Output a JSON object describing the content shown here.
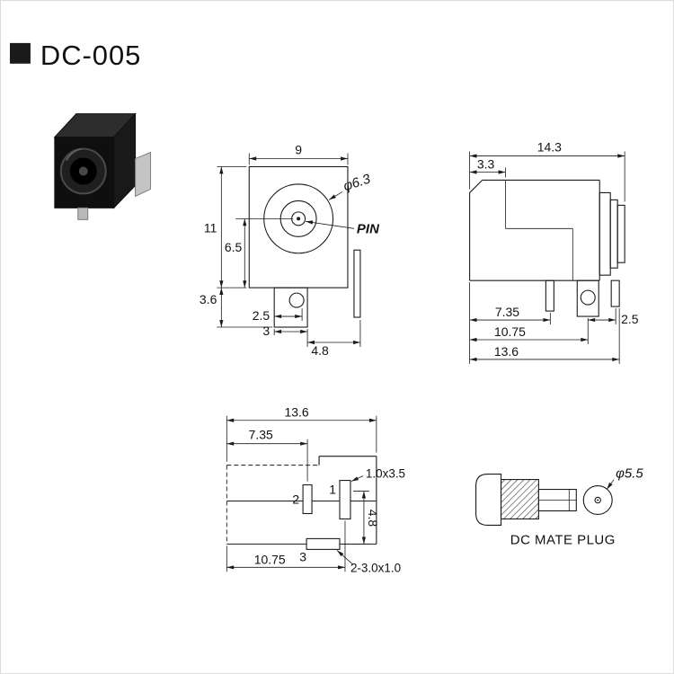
{
  "colors": {
    "ink": "#1a1a1a",
    "background": "#ffffff"
  },
  "header": {
    "title": "DC-005"
  },
  "front_view": {
    "dim_width": "9",
    "dim_height": "11",
    "dim_center_to_bottom": "6.5",
    "dim_tab_length": "3.6",
    "dim_hole_offset": "2.5",
    "dim_tab_width": "3",
    "dim_pin_gap": "4.8",
    "label_barrel_dia": "φ6.3",
    "label_pin": "PIN"
  },
  "side_view": {
    "dim_total_width": "14.3",
    "dim_back_step": "3.3",
    "dim_center_pin": "7.35",
    "dim_front_pin_gap": "2.5",
    "dim_side_pin": "10.75",
    "dim_front_pin": "13.6"
  },
  "bottom_view": {
    "dim_total_length": "13.6",
    "dim_pin2_pos": "7.35",
    "dim_pin1_pos": "10.75",
    "dim_row_gap": "4.8",
    "label_pin1_slot": "1.0x3.5",
    "label_pin3_slot": "2-3.0x1.0",
    "pin1_number": "1",
    "pin2_number": "2",
    "pin3_number": "3"
  },
  "mate_plug": {
    "caption": "DC MATE PLUG",
    "dim_plug_dia": "φ5.5"
  }
}
